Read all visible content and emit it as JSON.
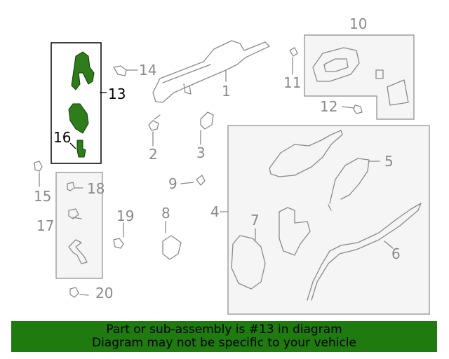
{
  "callouts": {
    "c1": "1",
    "c2": "2",
    "c3": "3",
    "c4": "4",
    "c5": "5",
    "c6": "6",
    "c7": "7",
    "c8": "8",
    "c9": "9",
    "c10": "10",
    "c11": "11",
    "c12": "12",
    "c13": "13",
    "c14": "14",
    "c15": "15",
    "c16": "16",
    "c17": "17",
    "c18": "18",
    "c19": "19",
    "c20": "20"
  },
  "highlight_part": "13",
  "colors": {
    "part_line": "#8a8a8a",
    "highlight_fill": "#2e7d1a",
    "footer_bg": "#1f7a10",
    "group_fill": "#f5f5f5"
  },
  "footer": {
    "line1": "Part or sub-assembly is #13 in diagram",
    "line2": "Diagram may not be specific to your vehicle"
  }
}
